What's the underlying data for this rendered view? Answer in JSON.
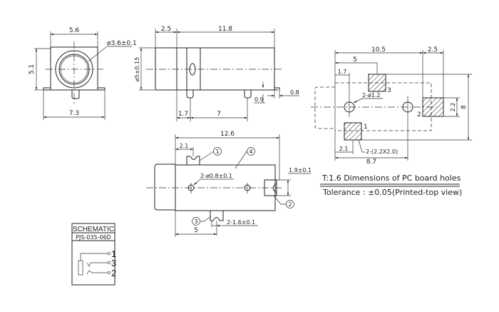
{
  "front_view": {
    "dim_width": "5.6",
    "dim_height": "5.1",
    "dim_bore": "ø3.6±0.1",
    "dim_base_width": "7.3"
  },
  "side_view": {
    "dim_front": "2.5",
    "dim_body": "11.8",
    "dim_diameter": "ø5±0.15",
    "dim_pin1": "1.7",
    "dim_pin_spacing": "7",
    "dim_tab_height": "0.9",
    "dim_tab_thickness": "0.8"
  },
  "pcb_layout": {
    "dim_overall": "10.5",
    "dim_pad3_pos": "5",
    "dim_pad2_width": "2.5",
    "dim_hole1_pos": "1.7",
    "dim_hole_label": "2-ø1.2",
    "dim_pad2_height": "2.2",
    "dim_height": "8",
    "dim_pad1_pos": "2.1",
    "dim_pad_size": "2-(2.2X2.0)",
    "dim_hole_spacing": "8.7",
    "pad_labels": [
      "1",
      "2",
      "3"
    ]
  },
  "bottom_view": {
    "dim_length": "12.6",
    "dim_pin1_pos": "2.1",
    "dim_peg_label": "2-ø0.8±0.1",
    "dim_pin2_width": "1.9±0.1",
    "dim_slot_label": "2-1.6±0.1",
    "dim_pin3_pos": "5",
    "callouts": [
      "1",
      "2",
      "3",
      "4"
    ]
  },
  "notes": {
    "line1": "T:1.6 Dimensions of PC board holes",
    "line2": "Tolerance : ±0.05(Printed-top view)"
  },
  "schematic": {
    "title": "SCHEMATIC",
    "part_number": "PJS-035-06D",
    "pins": [
      "1",
      "3",
      "2"
    ]
  }
}
